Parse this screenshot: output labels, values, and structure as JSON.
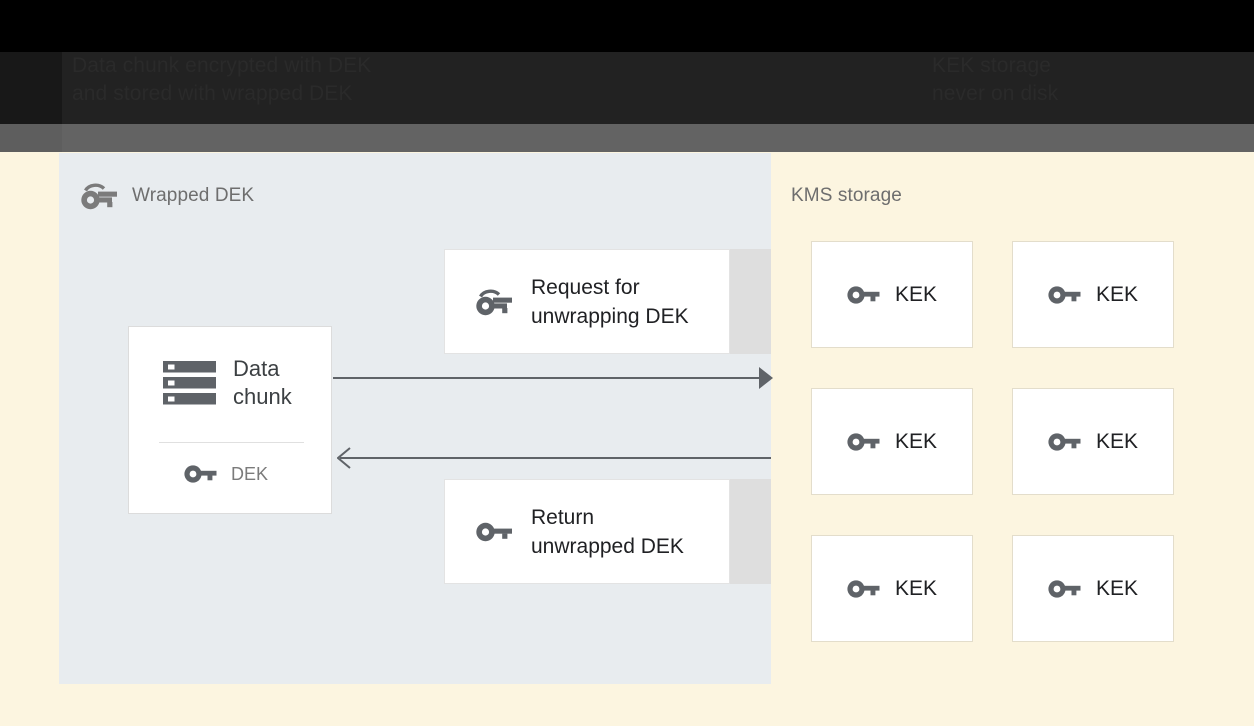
{
  "header": {
    "caption_left": "Data chunk encrypted with DEK\nand stored with wrapped DEK",
    "caption_right": "KEK storage\nnever on disk"
  },
  "left_panel": {
    "title": "Wrapped DEK",
    "title_icon": "wrapped-key-icon",
    "data_chunk_card": {
      "icon": "storage-server-icon",
      "label": "Data\nchunk",
      "key_icon": "key-icon",
      "key_label": "DEK"
    },
    "messages": [
      {
        "icon": "wrapped-key-icon",
        "label": "Request for\nunwrapping DEK"
      },
      {
        "icon": "key-icon",
        "label": "Return\nunwrapped DEK"
      }
    ],
    "arrows": [
      {
        "name": "request-arrow",
        "direction": "right"
      },
      {
        "name": "return-arrow",
        "direction": "left"
      }
    ]
  },
  "right_panel": {
    "title": "KMS storage",
    "keys": [
      {
        "icon": "key-icon",
        "label": "KEK"
      },
      {
        "icon": "key-icon",
        "label": "KEK"
      },
      {
        "icon": "key-icon",
        "label": "KEK"
      },
      {
        "icon": "key-icon",
        "label": "KEK"
      },
      {
        "icon": "key-icon",
        "label": "KEK"
      },
      {
        "icon": "key-icon",
        "label": "KEK"
      }
    ]
  },
  "colors": {
    "page_background": "#fcf5e0",
    "left_panel_background": "#e8ecef",
    "card_background": "#ffffff",
    "strip_gray": "#dedede",
    "icon_gray": "#5f6368",
    "muted_text": "#6e6e6e",
    "body_text": "#202124",
    "band_black": "#000000",
    "band_dark": "#222222",
    "band_gray": "#636363"
  }
}
